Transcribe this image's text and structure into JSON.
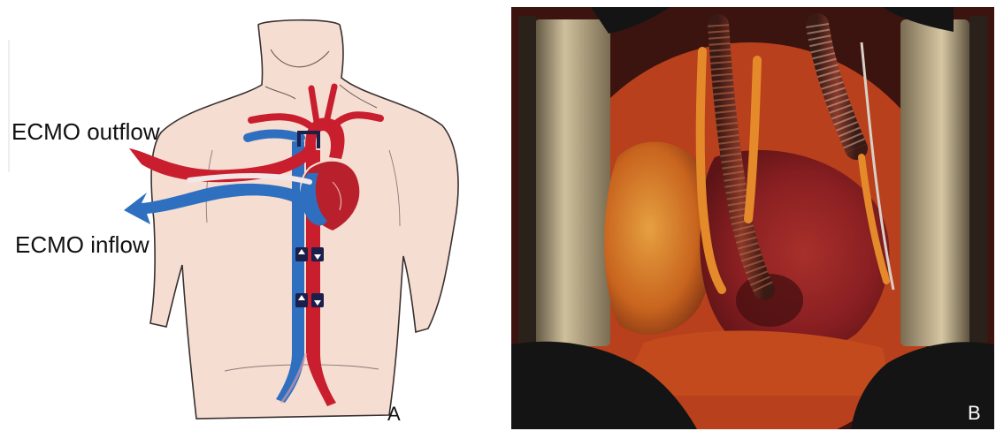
{
  "panel_a": {
    "letter": "A",
    "outflow_label": "ECMO outflow",
    "inflow_label": "ECMO inflow"
  },
  "panel_b": {
    "letter": "B"
  },
  "colors": {
    "skin": "#f5ddd2",
    "outline": "#3a3030",
    "arterial": "#c81e2e",
    "venous": "#2f6fc0",
    "heart": "#b8202c",
    "surgical_field": "#b8401c",
    "retractor": "#b9a583"
  }
}
